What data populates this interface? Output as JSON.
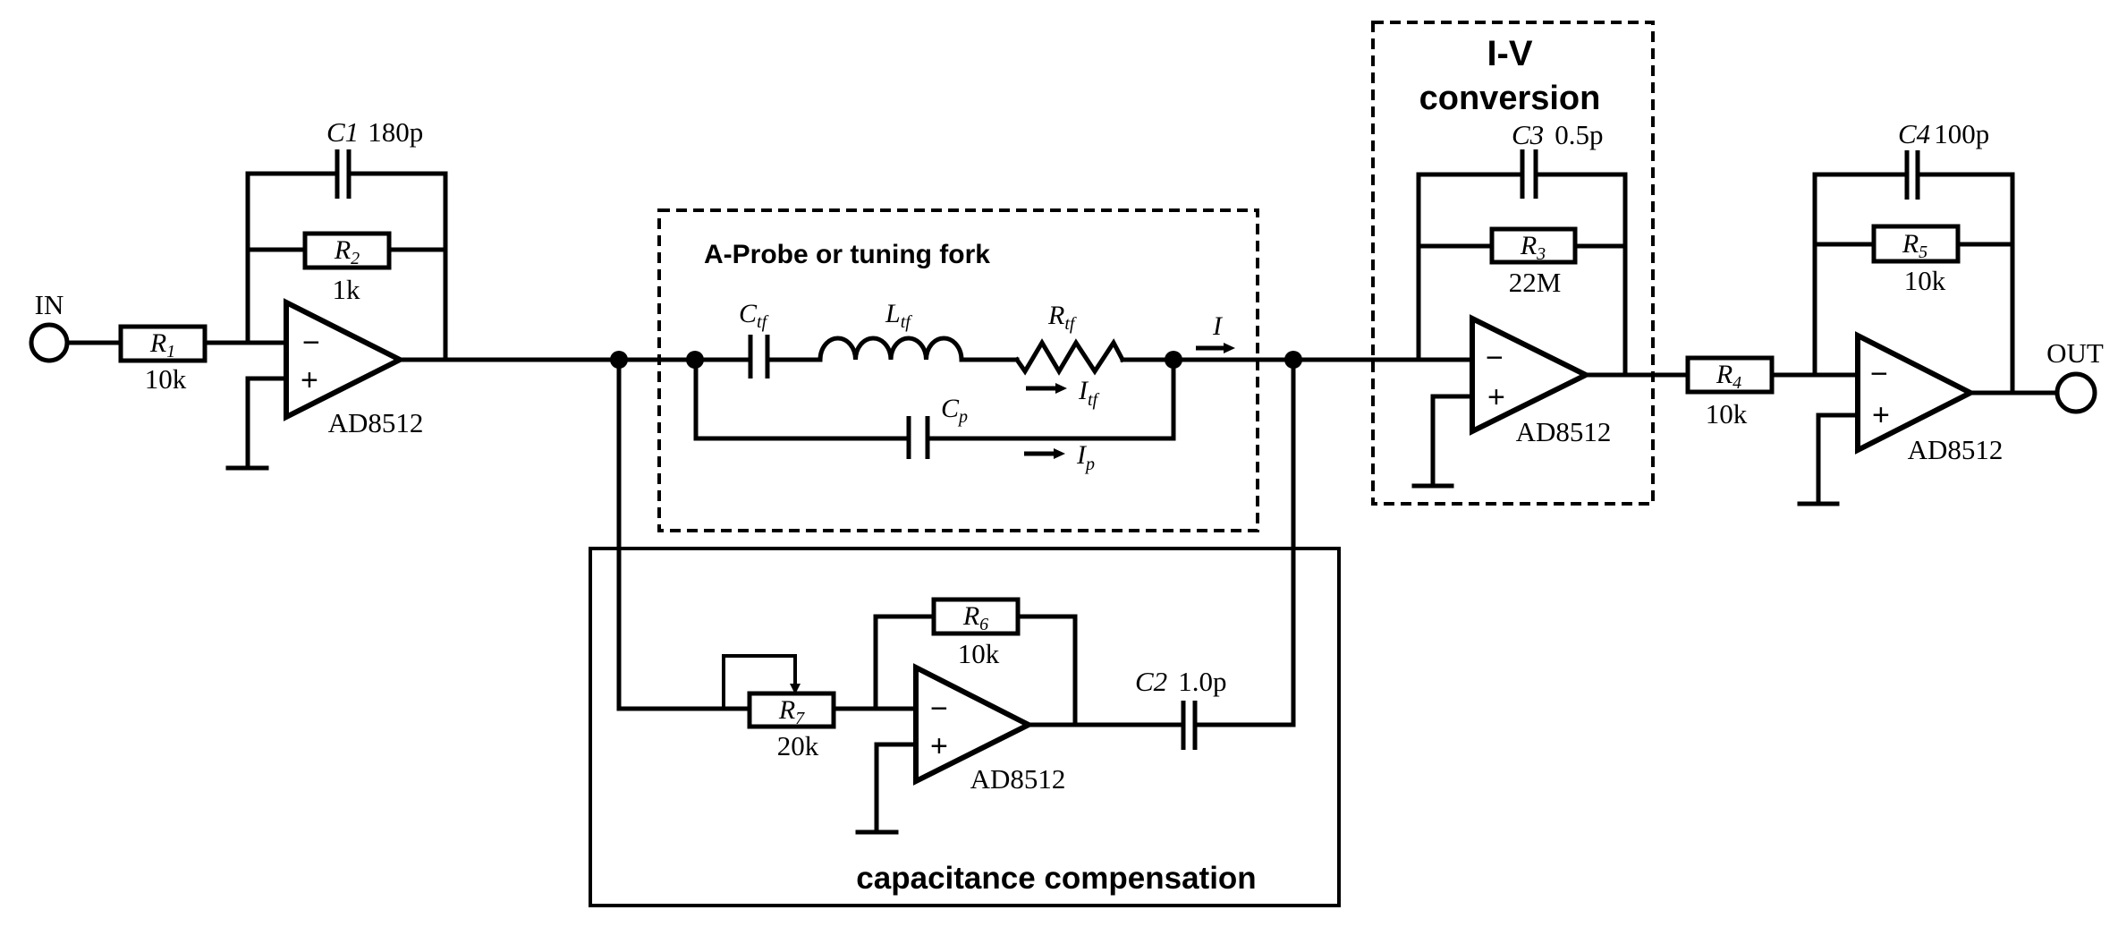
{
  "figure": {
    "title": "Tuning fork probe readout circuit with capacitance compensation",
    "colors": {
      "stroke": "#000000",
      "background": "#ffffff"
    }
  },
  "terminals": {
    "input": "IN",
    "output": "OUT"
  },
  "blocks": {
    "probe": {
      "title": "A-Probe or tuning fork"
    },
    "iv": {
      "title_line1": "I-V",
      "title_line2": "conversion"
    },
    "compensation": {
      "title": "capacitance compensation"
    }
  },
  "components": {
    "R1": {
      "letter": "R",
      "sub": "1",
      "value": "10k"
    },
    "R2": {
      "letter": "R",
      "sub": "2",
      "value": "1k"
    },
    "C1": {
      "name": "C1",
      "value": "180p"
    },
    "U1": {
      "part": "AD8512"
    },
    "Ctf": {
      "letter": "C",
      "sub": "tf"
    },
    "Ltf": {
      "letter": "L",
      "sub": "tf"
    },
    "Rtf": {
      "letter": "R",
      "sub": "tf"
    },
    "Cp": {
      "letter": "C",
      "sub": "p"
    },
    "I": {
      "letter": "I"
    },
    "Itf": {
      "letter": "I",
      "sub": "tf"
    },
    "Ip": {
      "letter": "I",
      "sub": "p"
    },
    "C3": {
      "name": "C3",
      "value": "0.5p"
    },
    "R3": {
      "letter": "R",
      "sub": "3",
      "value": "22M"
    },
    "U2": {
      "part": "AD8512"
    },
    "R4": {
      "letter": "R",
      "sub": "4",
      "value": "10k"
    },
    "C4": {
      "name": "C4",
      "value": "100p"
    },
    "R5": {
      "letter": "R",
      "sub": "5",
      "value": "10k"
    },
    "U3": {
      "part": "AD8512"
    },
    "R6": {
      "letter": "R",
      "sub": "6",
      "value": "10k"
    },
    "R7": {
      "letter": "R",
      "sub": "7",
      "value": "20k"
    },
    "U4": {
      "part": "AD8512"
    },
    "C2": {
      "name": "C2",
      "value": "1.0p"
    }
  },
  "opamp_pins": {
    "minus": "−",
    "plus": "+"
  }
}
